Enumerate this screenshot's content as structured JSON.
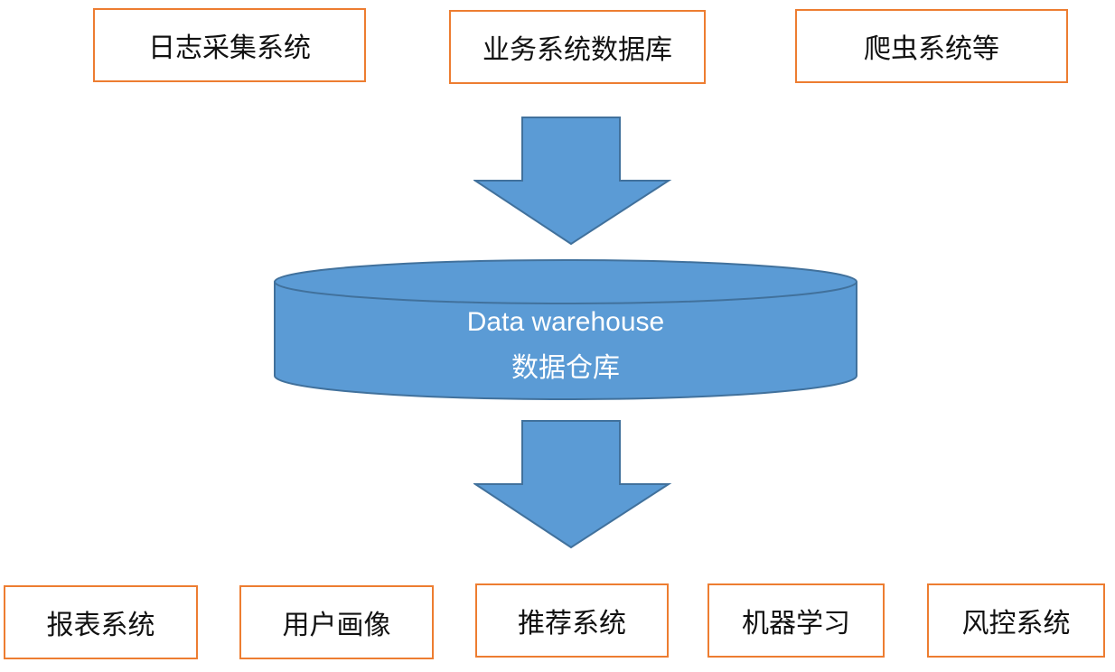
{
  "colors": {
    "box_border": "#ED7D31",
    "arrow_fill": "#5B9BD5",
    "arrow_stroke": "#41719C",
    "db_fill": "#5B9BD5",
    "db_text": "#FFFFFF"
  },
  "sources": [
    {
      "label": "日志采集系统"
    },
    {
      "label": "业务系统数据库"
    },
    {
      "label": "爬虫系统等"
    }
  ],
  "warehouse": {
    "title_en": "Data warehouse",
    "title_zh": "数据仓库"
  },
  "consumers": [
    {
      "label": "报表系统"
    },
    {
      "label": "用户画像"
    },
    {
      "label": "推荐系统"
    },
    {
      "label": "机器学习"
    },
    {
      "label": "风控系统"
    }
  ]
}
